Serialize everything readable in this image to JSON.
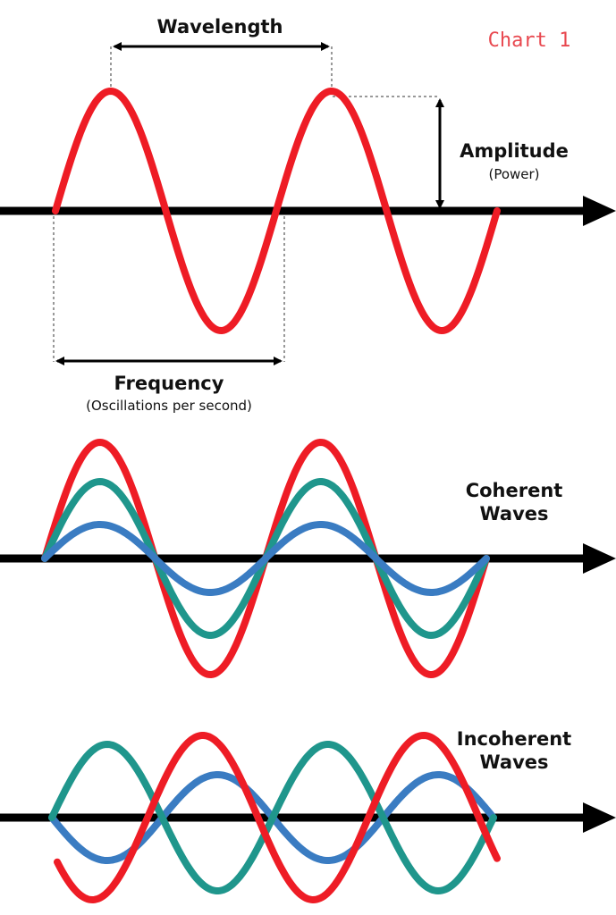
{
  "chart_label": "Chart 1",
  "labels": {
    "wavelength": "Wavelength",
    "amplitude": "Amplitude",
    "amplitude_sub": "(Power)",
    "frequency": "Frequency",
    "frequency_sub": "(Oscillations per second)",
    "coherent_line1": "Coherent",
    "coherent_line2": "Waves",
    "incoherent_line1": "Incoherent",
    "incoherent_line2": "Waves"
  },
  "colors": {
    "red": "#ee1c25",
    "teal": "#1f968c",
    "blue": "#3a7cc2",
    "axis": "#000000",
    "guide": "#999999",
    "chart_label": "#e8484f"
  }
}
